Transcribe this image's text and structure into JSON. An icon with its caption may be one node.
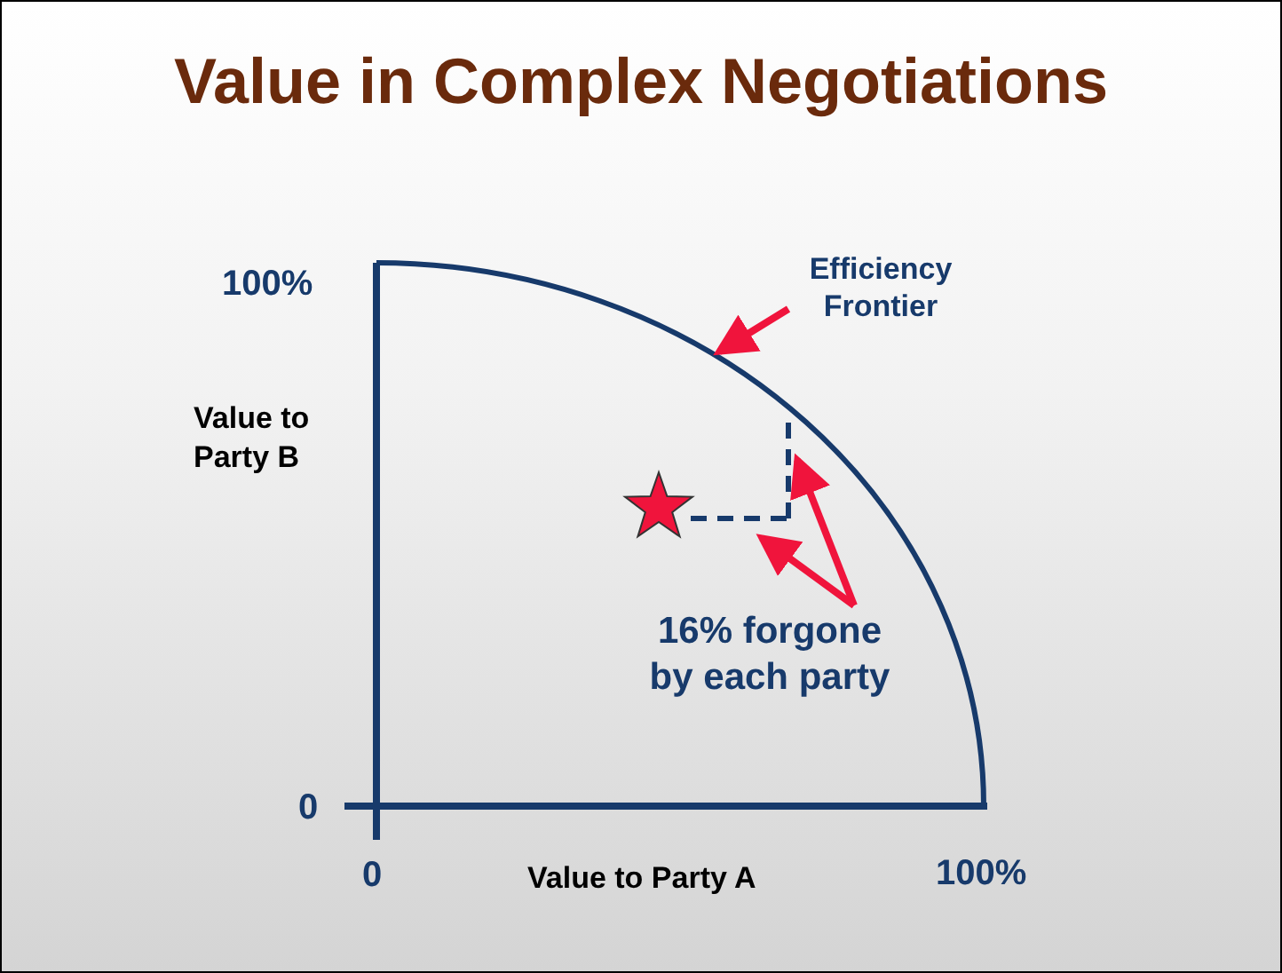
{
  "diagram": {
    "title": "Value in Complex Negotiations",
    "nodes": [
      {
        "text": [
          "Efficiency Frontier"
        ]
      },
      {
        "text": [
          "16% forgone by each party"
        ]
      },
      {
        "text": [],
        "shape": "line"
      },
      {
        "text": [],
        "shape": "line"
      }
    ],
    "edges": [
      {
        "from": 0,
        "to": null,
        "arrow": "to"
      },
      {
        "from": 1,
        "to": 2,
        "arrow": "to"
      },
      {
        "from": 1,
        "to": 3,
        "arrow": "to"
      }
    ],
    "labels": [
      "100%",
      "Value to Party B",
      "0",
      "0",
      "Value to Party A",
      "100%"
    ]
  }
}
